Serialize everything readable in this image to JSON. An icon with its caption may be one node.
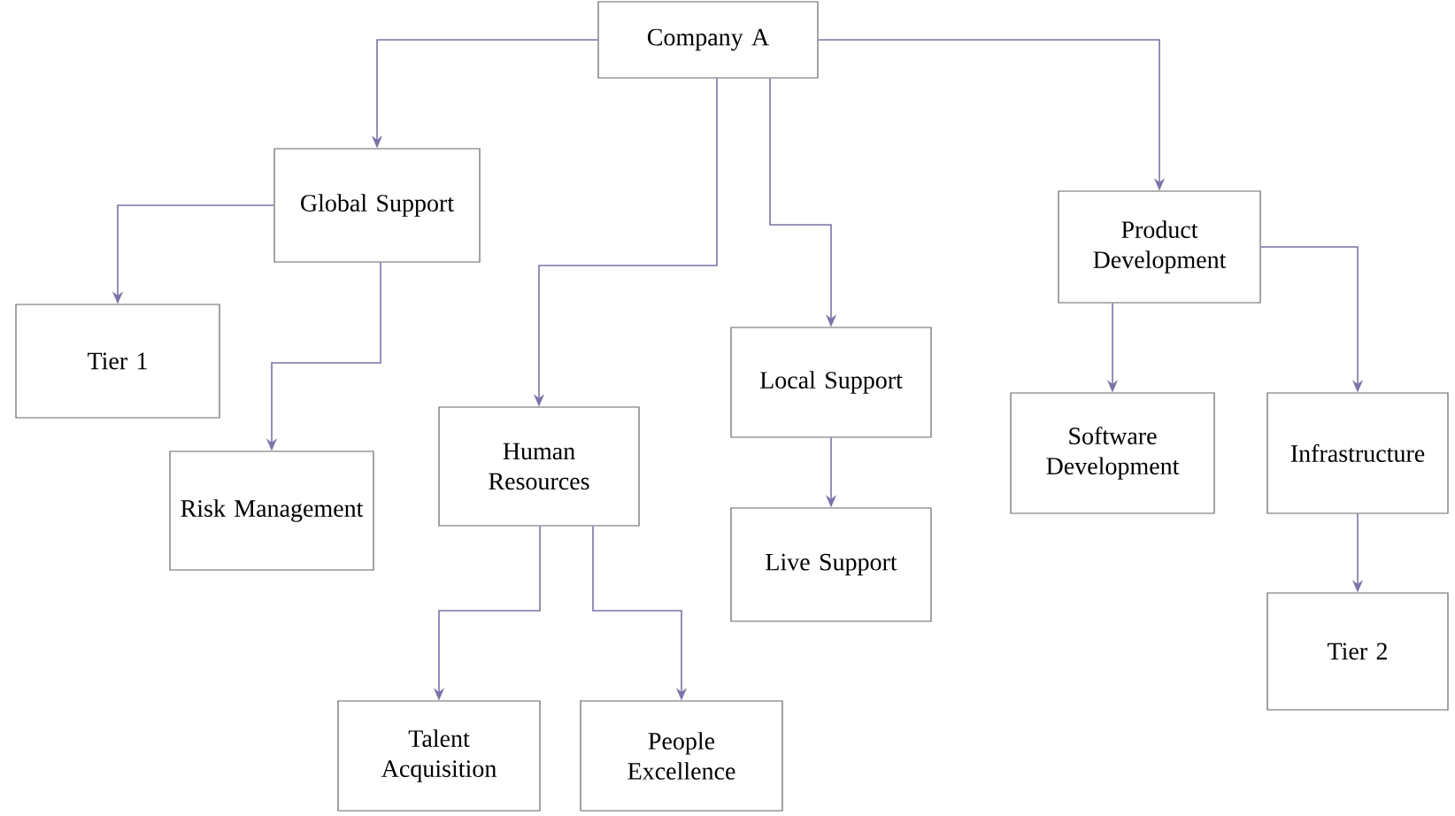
{
  "diagram": {
    "nodes": [
      {
        "text": [
          "Company A"
        ]
      },
      {
        "text": [
          "Global Support"
        ]
      },
      {
        "text": [
          "Tier 1"
        ]
      },
      {
        "text": [
          "Risk Management"
        ]
      },
      {
        "text": [
          "Human Resources"
        ]
      },
      {
        "text": [
          "Local Support"
        ]
      },
      {
        "text": [
          "Live Support"
        ]
      },
      {
        "text": [
          "Product Development"
        ]
      },
      {
        "text": [
          "Software Development"
        ]
      },
      {
        "text": [
          "Infrastructure"
        ]
      },
      {
        "text": [
          "Tier 2"
        ]
      },
      {
        "text": [
          "Talent Acquisition"
        ]
      },
      {
        "text": [
          "People Excellence"
        ]
      }
    ],
    "edges": [
      {
        "from": 0,
        "to": 1,
        "arrow": "to"
      },
      {
        "from": 0,
        "to": 4,
        "arrow": "to"
      },
      {
        "from": 0,
        "to": 5,
        "arrow": "to"
      },
      {
        "from": 0,
        "to": 7,
        "arrow": "to"
      },
      {
        "from": 1,
        "to": 2,
        "arrow": "to"
      },
      {
        "from": 1,
        "to": 3,
        "arrow": "to"
      },
      {
        "from": 4,
        "to": 11,
        "arrow": "to"
      },
      {
        "from": 4,
        "to": 12,
        "arrow": "to"
      },
      {
        "from": 5,
        "to": 6,
        "arrow": "to"
      },
      {
        "from": 7,
        "to": 8,
        "arrow": "to"
      },
      {
        "from": 7,
        "to": 9,
        "arrow": "to"
      },
      {
        "from": 9,
        "to": 10,
        "arrow": "to"
      }
    ]
  }
}
